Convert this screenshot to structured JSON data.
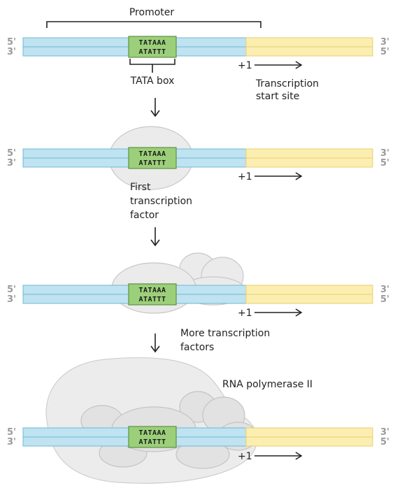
{
  "colors": {
    "promoter_strand": "#bfe3f0",
    "promoter_stroke": "#6fb8d6",
    "coding_strand": "#fbeeb0",
    "coding_stroke": "#e7cf6e",
    "tata_fill": "#9ccf7a",
    "tata_stroke": "#5d9140",
    "protein_fill": "#ebebeb",
    "protein_stroke": "#c8c8c8",
    "ink": "#222222"
  },
  "labels": {
    "promoter": "Promoter",
    "tata_box": "TATA box",
    "transcription_start_site": "Transcription start site",
    "first_transcription_factor": "First transcription factor",
    "more_transcription_factors": "More transcription factors",
    "rna_polymerase": "RNA polymerase II",
    "plus_one": "+1"
  },
  "tata": {
    "top": "TATAAA",
    "bottom": "ATATTT"
  },
  "ends": {
    "left_top": "5'",
    "left_bottom": "3'",
    "right_top": "3'",
    "right_bottom": "5'"
  }
}
